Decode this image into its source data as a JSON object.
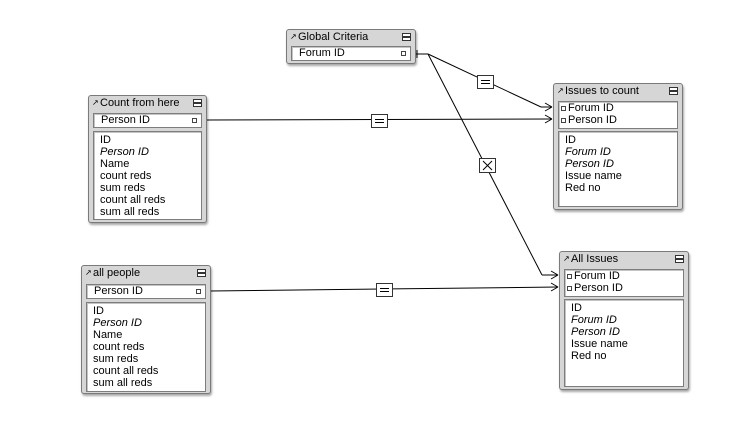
{
  "tables": {
    "global_criteria": {
      "title": "Global Criteria",
      "keys": [
        "Forum ID"
      ]
    },
    "count_from_here": {
      "title": "Count from here",
      "keys": [
        "Person ID"
      ],
      "fields": [
        {
          "name": "ID",
          "italic": false
        },
        {
          "name": "Person ID",
          "italic": true
        },
        {
          "name": "Name",
          "italic": false
        },
        {
          "name": "count reds",
          "italic": false
        },
        {
          "name": "sum reds",
          "italic": false
        },
        {
          "name": "count all reds",
          "italic": false
        },
        {
          "name": "sum all reds",
          "italic": false
        }
      ]
    },
    "all_people": {
      "title": "all people",
      "keys": [
        "Person ID"
      ],
      "fields": [
        {
          "name": "ID",
          "italic": false
        },
        {
          "name": "Person ID",
          "italic": true
        },
        {
          "name": "Name",
          "italic": false
        },
        {
          "name": "count reds",
          "italic": false
        },
        {
          "name": "sum reds",
          "italic": false
        },
        {
          "name": "count all reds",
          "italic": false
        },
        {
          "name": "sum all reds",
          "italic": false
        }
      ]
    },
    "issues_to_count": {
      "title": "Issues to count",
      "keys": [
        "Forum ID",
        "Person ID"
      ],
      "fields": [
        {
          "name": "ID",
          "italic": false
        },
        {
          "name": "Forum ID",
          "italic": true
        },
        {
          "name": "Person ID",
          "italic": true
        },
        {
          "name": "Issue name",
          "italic": false
        },
        {
          "name": "Red no",
          "italic": false
        }
      ]
    },
    "all_issues": {
      "title": "All Issues",
      "keys": [
        "Forum ID",
        "Person ID"
      ],
      "fields": [
        {
          "name": "ID",
          "italic": false
        },
        {
          "name": "Forum ID",
          "italic": true
        },
        {
          "name": "Person ID",
          "italic": true
        },
        {
          "name": "Issue name",
          "italic": false
        },
        {
          "name": "Red no",
          "italic": false
        }
      ]
    }
  },
  "relationships": [
    {
      "from": "Global Criteria::Forum ID",
      "to": "Issues to count::Forum ID",
      "operator": "equal"
    },
    {
      "from": "Global Criteria::Forum ID",
      "to": "All Issues::Forum ID",
      "operator": "cartesian"
    },
    {
      "from": "Count from here::Person ID",
      "to": "Issues to count::Person ID",
      "operator": "equal"
    },
    {
      "from": "all people::Person ID",
      "to": "All Issues::Person ID",
      "operator": "equal"
    }
  ],
  "colors": {
    "table_frame": "#d6d6d6",
    "line": "#000000"
  }
}
